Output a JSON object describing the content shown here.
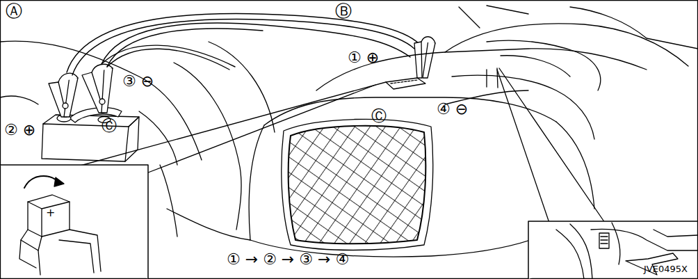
{
  "diagram": {
    "labels": [
      "Ⓐ",
      "Ⓑ",
      "① ⊕",
      "② ⊕",
      "③ ⊖",
      "④ ⊖",
      "Ⓒ",
      "Ⓒ",
      "+",
      "① → ② → ③ → ④",
      "JVE0495X"
    ]
  }
}
